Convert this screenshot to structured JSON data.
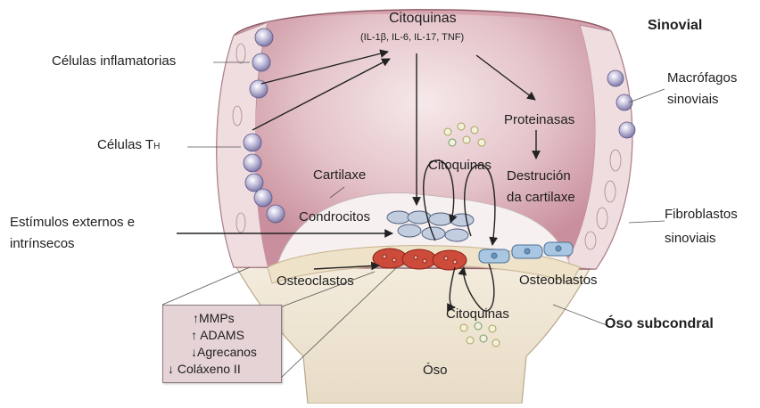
{
  "labels": {
    "citoquinas_top": "Citoquinas",
    "citoquinas_list": "(IL-1β, IL-6, IL-17, TNF)",
    "sinovial": "Sinovial",
    "celulas_inflamatorias": "Células inflamatorias",
    "macrofagos_line1": "Macrófagos",
    "macrofagos_line2": "sinoviais",
    "celulas_th": "Células T",
    "celulas_th_sub": "H",
    "proteinasas": "Proteinasas",
    "citoquinas_mid": "Citoquinas",
    "cartilaxe": "Cartilaxe",
    "destrucion_line1": "Destrución",
    "destrucion_line2": "da cartilaxe",
    "estimulos_line1": "Estímulos externos e",
    "estimulos_line2": "intrínsecos",
    "condrocitos": "Condrocitos",
    "fibroblastos_line1": "Fibroblastos",
    "fibroblastos_line2": "sinoviais",
    "osteoclastos": "Osteoclastos",
    "osteoblastos": "Osteoblastos",
    "citoquinas_bottom": "Citoquinas",
    "oso_subcondral": "Óso subcondral",
    "oso": "Óso"
  },
  "box": {
    "line1": "↑MMPs",
    "line2": "↑ ADAMS",
    "line3": "↓Agrecanos",
    "line4": "↓ Coláxeno II"
  },
  "colors": {
    "synovium": "#cf9aa6",
    "cartilage": "#f4ecec",
    "bone": "#efe6d6",
    "osteoclast": "#cc4b3a",
    "osteoblast": "#a9c7e3",
    "immune_cell": "#b9b6d4"
  }
}
